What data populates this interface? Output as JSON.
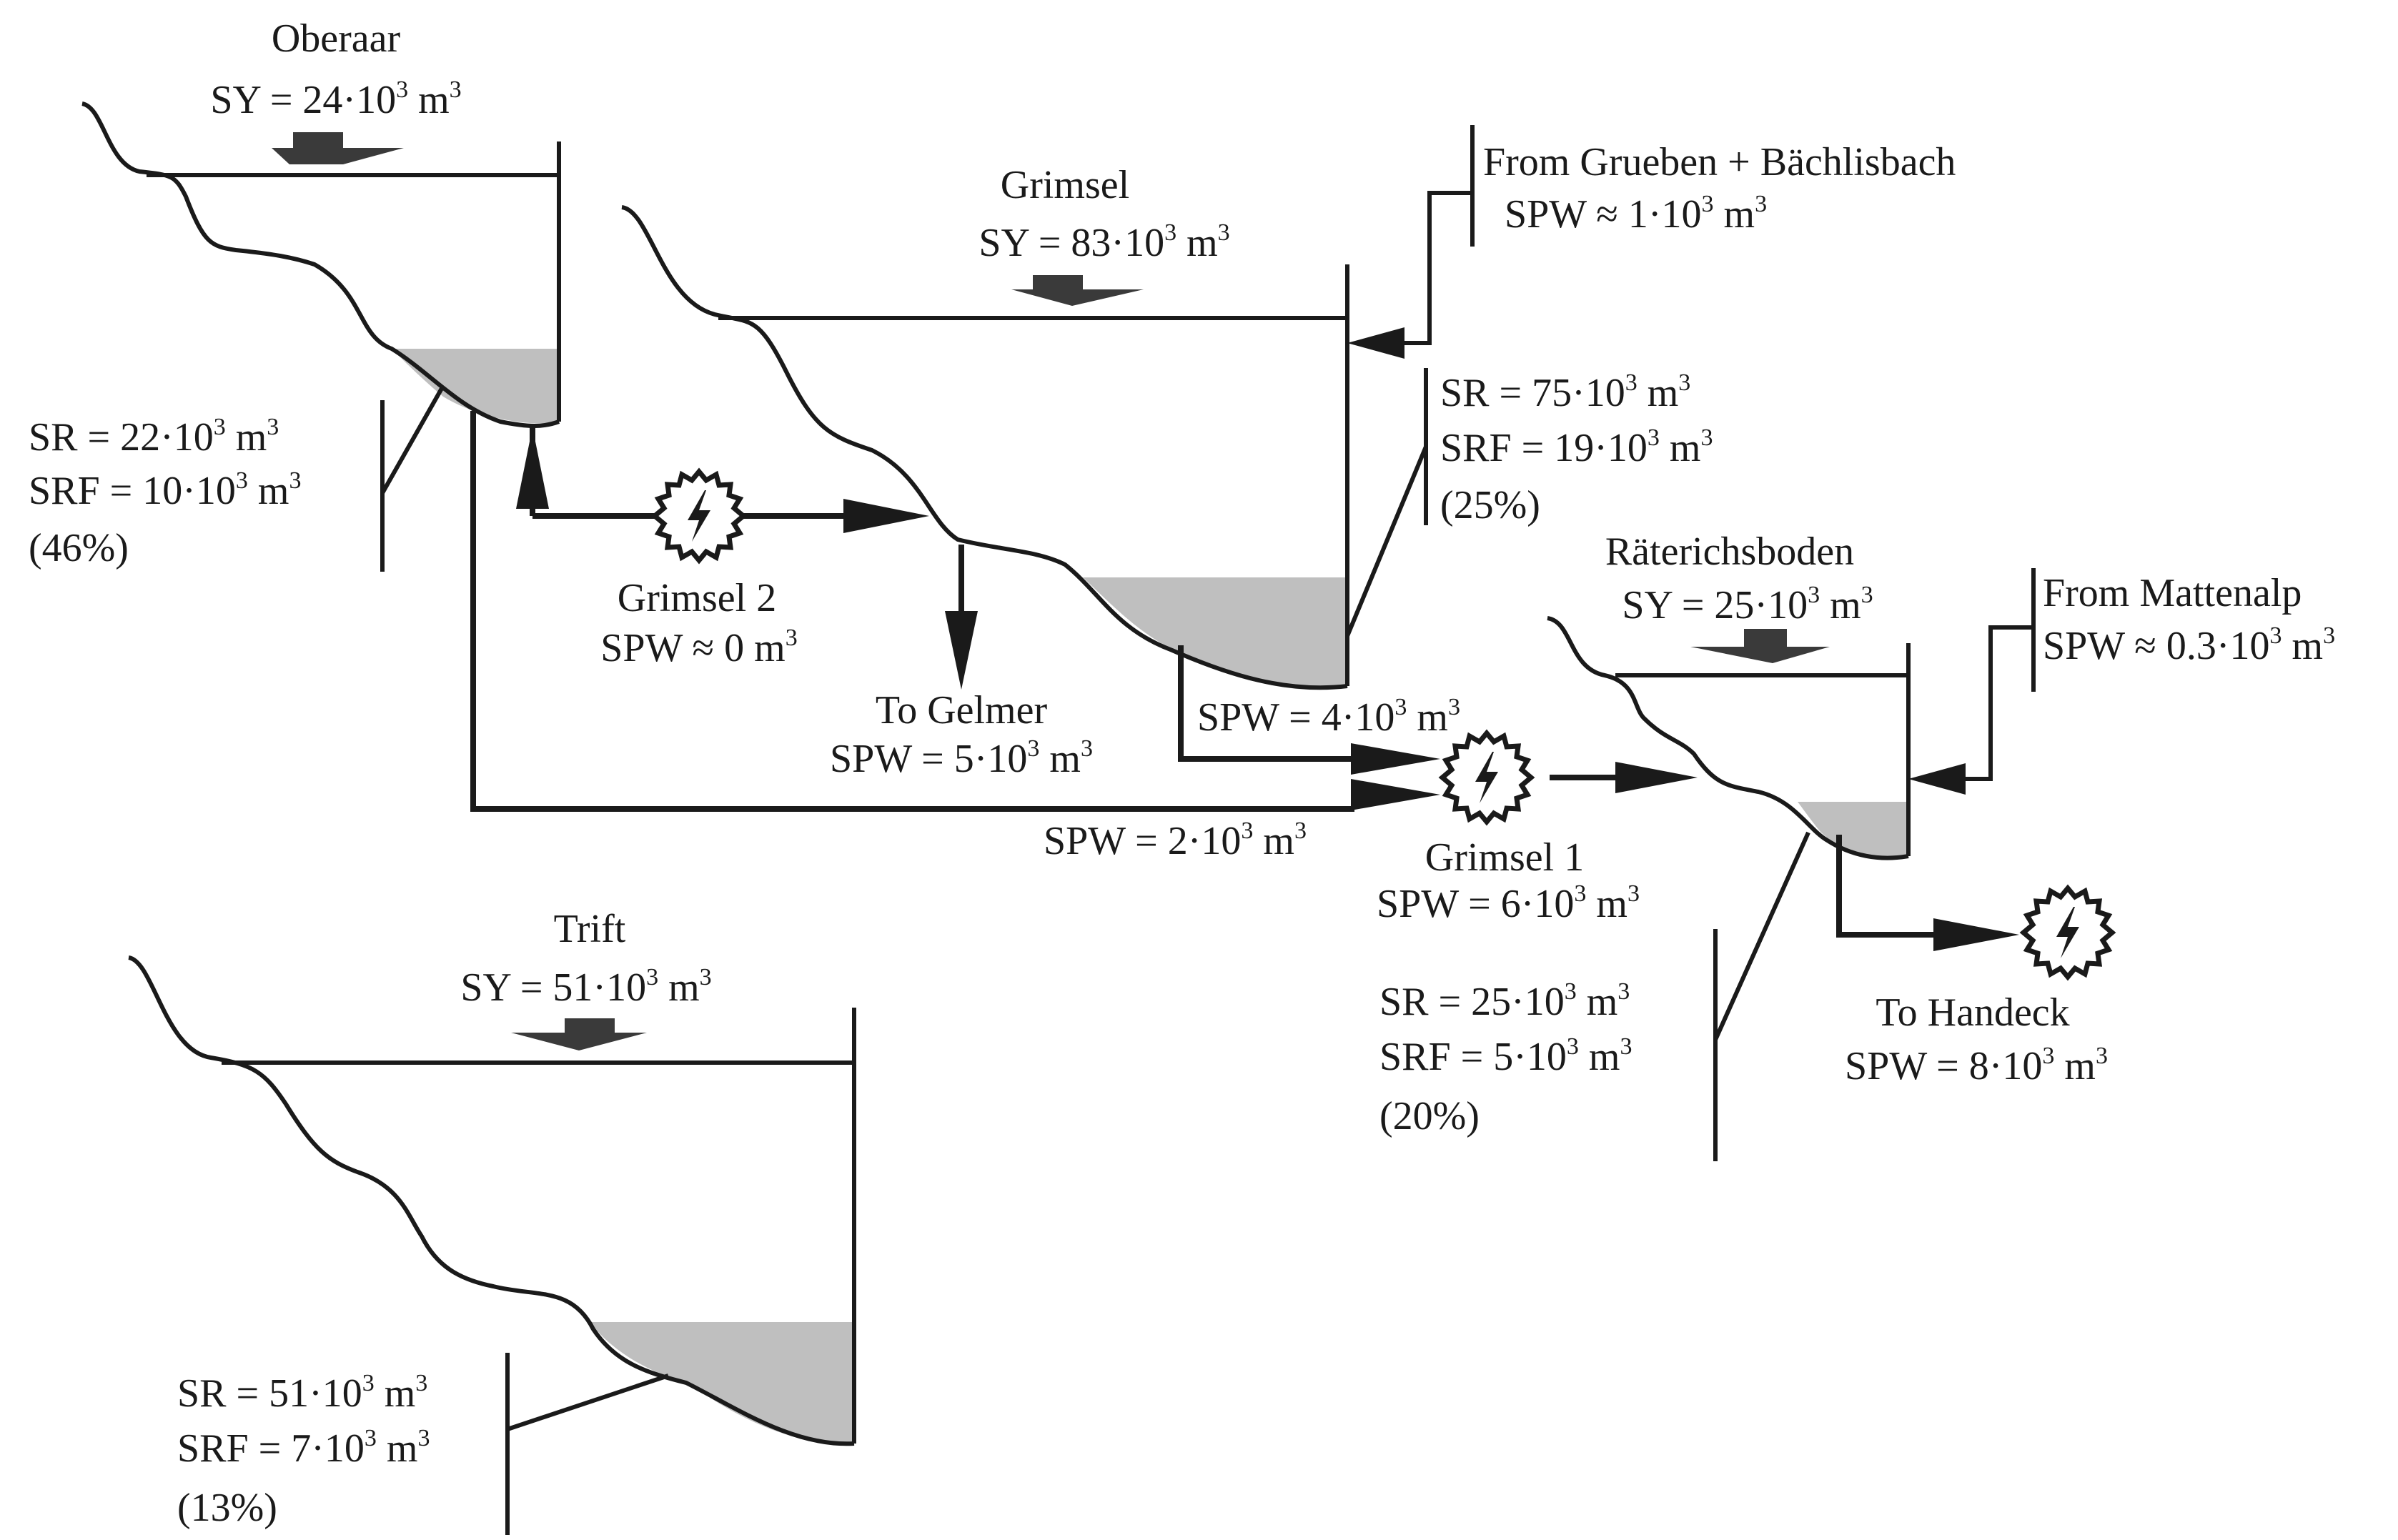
{
  "reservoirs": {
    "oberaar": {
      "name": "Oberaar",
      "sy": [
        "SY = 24·10",
        "3",
        " m",
        "3"
      ],
      "sr": [
        "SR =   22·10",
        "3",
        " m",
        "3"
      ],
      "srf": [
        "SRF = 10·10",
        "3",
        " m",
        "3"
      ],
      "pct": "(46%)"
    },
    "grimsel": {
      "name": "Grimsel",
      "sy": [
        "SY = 83·10",
        "3",
        " m",
        "3"
      ],
      "sr": [
        "SR =   75·10",
        "3",
        " m",
        "3"
      ],
      "srf": [
        "SRF = 19·10",
        "3",
        " m",
        "3"
      ],
      "pct": "(25%)"
    },
    "raeterichsboden": {
      "name": "Räterichsboden",
      "sy": [
        "SY = 25·10",
        "3",
        " m",
        "3"
      ],
      "sr": [
        "SR = 25·10",
        "3",
        " m",
        "3"
      ],
      "srf": [
        "SRF = 5·10",
        "3",
        " m",
        "3"
      ],
      "pct": "(20%)"
    },
    "trift": {
      "name": "Trift",
      "sy": [
        "SY = 51·10",
        "3",
        " m",
        "3"
      ],
      "sr": [
        "SR = 51·10",
        "3",
        " m",
        "3"
      ],
      "srf": [
        "SRF = 7·10",
        "3",
        " m",
        "3"
      ],
      "pct": "(13%)"
    }
  },
  "flows": {
    "grueben": {
      "name": "From Grueben + Bächlisbach",
      "spw": [
        "SPW ≈ 1·10",
        "3",
        " m",
        "3"
      ]
    },
    "mattenalp": {
      "name": "From Mattenalp",
      "spw": [
        "SPW ≈ 0.3·10",
        "3",
        " m",
        "3"
      ]
    },
    "grimsel2": {
      "name": "Grimsel 2",
      "spw": [
        "SPW ≈ 0 m",
        "3"
      ]
    },
    "gelmer": {
      "name": "To Gelmer",
      "spw": [
        "SPW = 5·10",
        "3",
        " m",
        "3"
      ]
    },
    "grimsel_out": {
      "spw": [
        "SPW = 4·10",
        "3",
        " m",
        "3"
      ]
    },
    "oberaar_out": {
      "spw": [
        "SPW = 2·10",
        "3",
        " m",
        "3"
      ]
    },
    "grimsel1": {
      "name": "Grimsel 1",
      "spw": [
        "SPW = 6·10",
        "3",
        " m",
        "3"
      ]
    },
    "handeck": {
      "name": "To Handeck",
      "spw": [
        "SPW = 8·10",
        "3",
        " m",
        "3"
      ]
    }
  },
  "icons": {
    "turbine": "turbine-gear-lightning-icon"
  }
}
